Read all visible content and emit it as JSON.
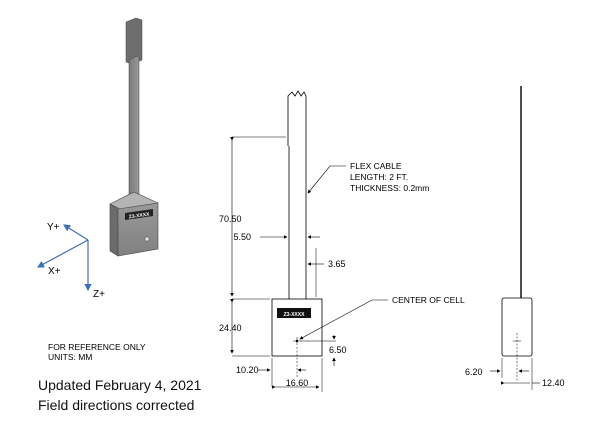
{
  "axes": {
    "y": "Y+",
    "x": "X+",
    "z": "Z+"
  },
  "front_view": {
    "device_label": "Z3-XXXX",
    "dims": {
      "cable_length": "70.50",
      "cable_width": "5.50",
      "cable_offset": "3.65",
      "body_height": "24.40",
      "center_y": "6.50",
      "center_x": "10.20",
      "body_width": "16.60"
    },
    "callouts": {
      "flex_cable_1": "FLEX CABLE",
      "flex_cable_2": "LENGTH: 2 FT.",
      "flex_cable_3": "THICKNESS:  0.2mm",
      "center_of_cell": "CENTER OF CELL"
    }
  },
  "side_view": {
    "dims": {
      "center_depth": "6.20",
      "depth": "12.40"
    }
  },
  "iso_view": {
    "device_label": "Z3-XXXX"
  },
  "notes": {
    "line1": "FOR REFERENCE ONLY",
    "line2": "UNITS: MM"
  },
  "update": {
    "line1": "Updated February 4, 2021",
    "line2": "Field directions corrected"
  },
  "colors": {
    "axis_arrow": "#3b6fb6",
    "body_fill": "#a6a6a6",
    "line": "#000000"
  }
}
